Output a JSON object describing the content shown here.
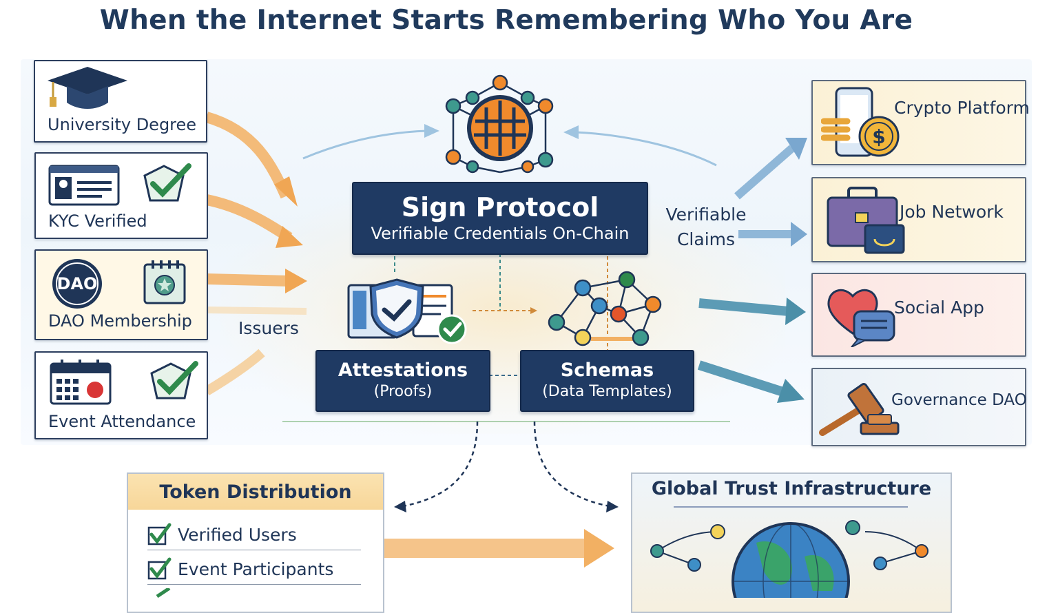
{
  "title": "When the Internet Starts Remembering Who You Are",
  "issuers_label": "Issuers",
  "issuer_cards": [
    {
      "label": "University Degree",
      "icon": "graduation-cap-icon"
    },
    {
      "label": "KYC Verified",
      "icon": "id-card-icon"
    },
    {
      "label": "DAO Membership",
      "icon": "dao-badge-icon"
    },
    {
      "label": "Event Attendance",
      "icon": "calendar-icon"
    }
  ],
  "sign_protocol": {
    "title": "Sign Protocol",
    "subtitle": "Verifiable Credentials On-Chain"
  },
  "attestations": {
    "title": "Attestations",
    "subtitle": "(Proofs)"
  },
  "schemas": {
    "title": "Schemas",
    "subtitle": "(Data Templates)"
  },
  "verifiable_claims": {
    "line1": "Verifiable",
    "line2": "Claims"
  },
  "consumer_cards": [
    {
      "label": "Crypto Platform",
      "icon": "phone-coin-icon"
    },
    {
      "label": "Job Network",
      "icon": "briefcase-icon"
    },
    {
      "label": "Social App",
      "icon": "heart-chat-icon"
    },
    {
      "label": "Governance DAO",
      "icon": "gavel-icon"
    }
  ],
  "token_distribution": {
    "title": "Token Distribution",
    "items": [
      "Verified Users",
      "Event Participants"
    ]
  },
  "global_trust": {
    "title": "Global Trust Infrastructure"
  },
  "colors": {
    "navy": "#1f3a63",
    "orange_arrow": "#f2b063",
    "blue_arrow": "#7aa7cf",
    "teal_arrow": "#4b8fa8",
    "check_green": "#2f8a4c"
  }
}
